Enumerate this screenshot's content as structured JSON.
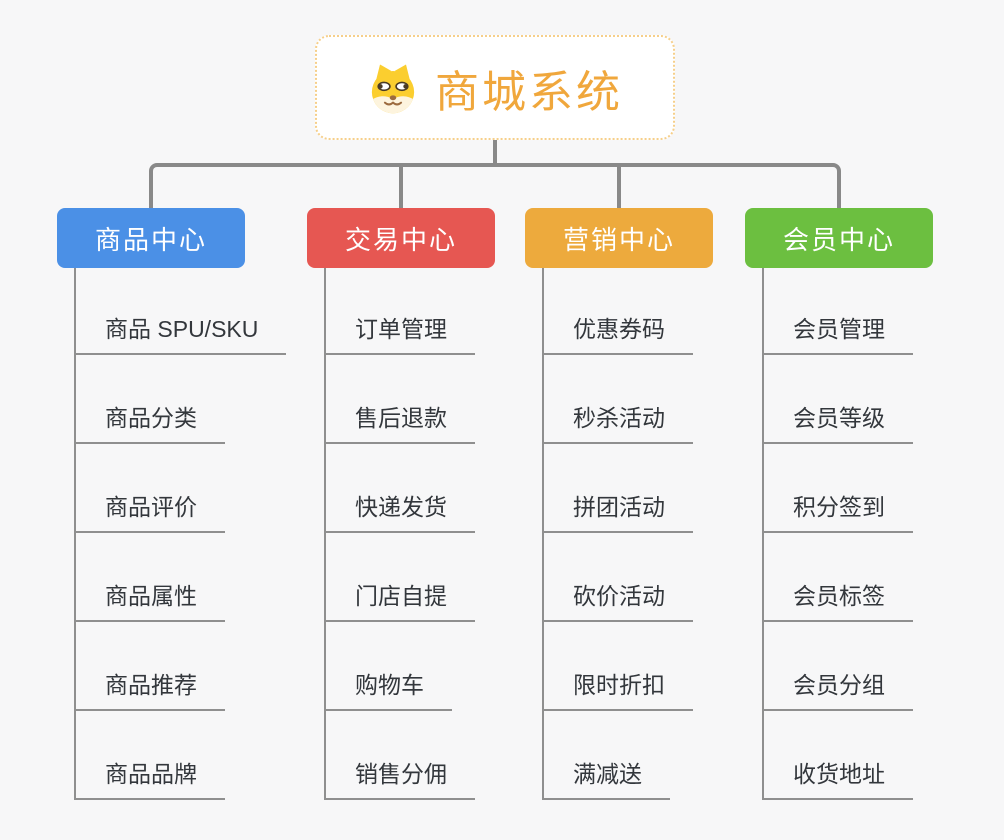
{
  "root": {
    "title": "商城系统",
    "icon": "dog-icon"
  },
  "branches": [
    {
      "id": "product",
      "label": "商品中心",
      "color": "#4b90e6",
      "children": [
        "商品 SPU/SKU",
        "商品分类",
        "商品评价",
        "商品属性",
        "商品推荐",
        "商品品牌"
      ]
    },
    {
      "id": "trade",
      "label": "交易中心",
      "color": "#e65752",
      "children": [
        "订单管理",
        "售后退款",
        "快递发货",
        "门店自提",
        "购物车",
        "销售分佣"
      ]
    },
    {
      "id": "marketing",
      "label": "营销中心",
      "color": "#edaa3d",
      "children": [
        "优惠券码",
        "秒杀活动",
        "拼团活动",
        "砍价活动",
        "限时折扣",
        "满减送"
      ]
    },
    {
      "id": "member",
      "label": "会员中心",
      "color": "#6cbf40",
      "children": [
        "会员管理",
        "会员等级",
        "积分签到",
        "会员标签",
        "会员分组",
        "收货地址"
      ]
    }
  ],
  "colors": {
    "background": "#f7f7f8",
    "connector": "#898989",
    "child_line": "#8f8f8f",
    "root_border": "#f6cf8a",
    "root_title": "#f0a73c",
    "child_text": "#33373c",
    "branch_blue": "#4b90e6",
    "branch_red": "#e65752",
    "branch_orange": "#edaa3d",
    "branch_green": "#6cbf40"
  }
}
